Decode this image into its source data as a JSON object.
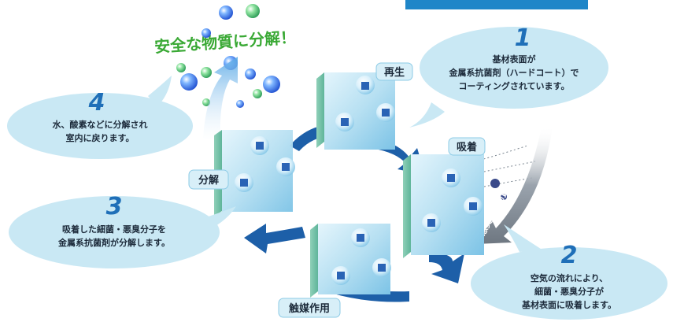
{
  "header_tab": "",
  "headline": "安全な物質に分解！",
  "stages": {
    "regenerate": "再生",
    "adsorb": "吸着",
    "decompose": "分解",
    "catalysis": "触媒作用"
  },
  "odor_label": "悪臭原因物質",
  "steps": [
    {
      "number": "1",
      "lines": [
        "基材表面が",
        "金属系抗菌剤（ハードコート）で",
        "コーティングされています。"
      ]
    },
    {
      "number": "2",
      "lines": [
        "空気の流れにより、",
        "細菌・悪臭分子が",
        "基材表面に吸着します。"
      ]
    },
    {
      "number": "3",
      "lines": [
        "吸着した細菌・悪臭分子を",
        "金属系抗菌剤が分解します。"
      ]
    },
    {
      "number": "4",
      "lines": [
        "水、酸素などに分解され",
        "室内に戻ります。"
      ]
    }
  ],
  "colors": {
    "bubble": "#c9e8f4",
    "number": "#1f6fb8",
    "arrow": "#1d5fa8",
    "tab": "#1f86c8",
    "headline": "#3aa935",
    "panel": "#bfe3f3"
  }
}
